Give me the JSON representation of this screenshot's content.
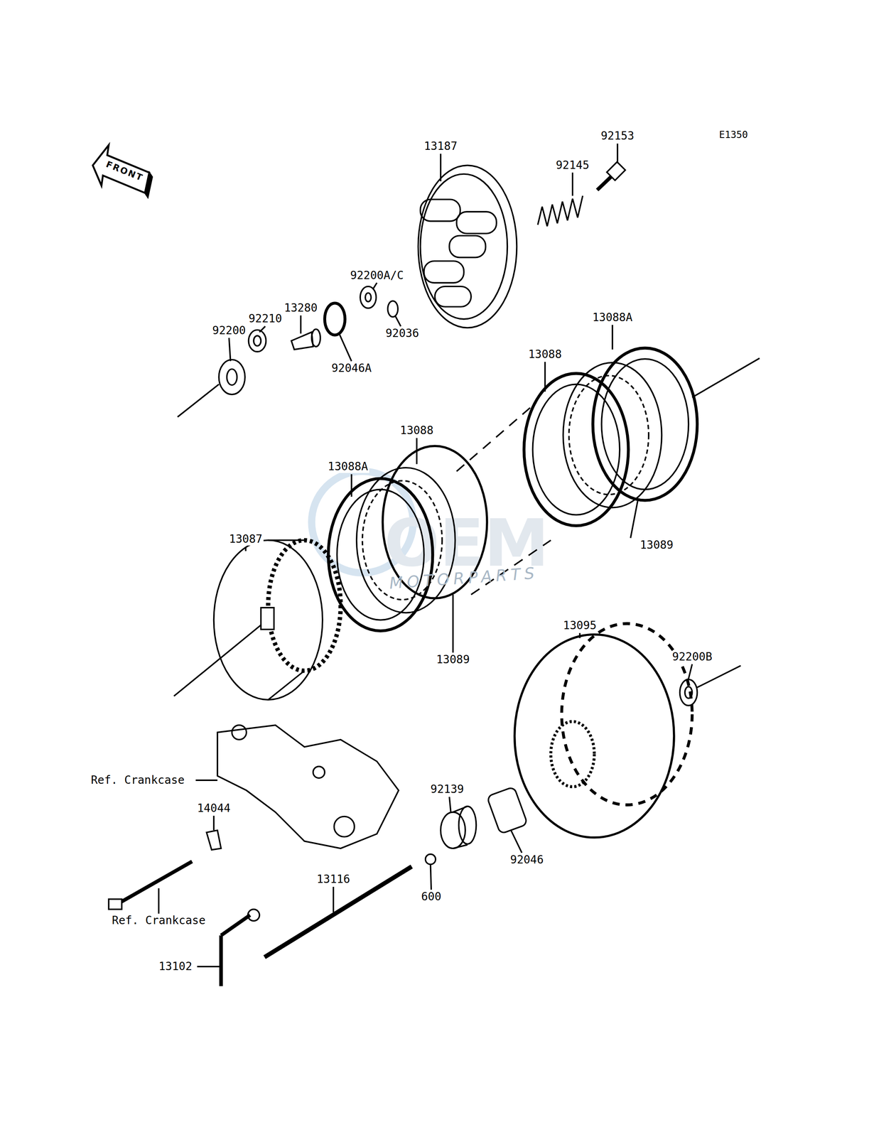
{
  "diagram": {
    "labels": [
      "E1350",
      "FRONT",
      "13187",
      "92153",
      "92145",
      "92200A/C",
      "13280",
      "92210",
      "92200",
      "92036",
      "92046A",
      "13088A",
      "13088",
      "13088",
      "13088A",
      "13087",
      "13089",
      "13089",
      "13095",
      "92200B",
      "Ref. Crankcase",
      "14044",
      "92139",
      "92046",
      "13116",
      "600",
      "Ref. Crankcase",
      "13102",
      "MOTORPARTS"
    ]
  }
}
